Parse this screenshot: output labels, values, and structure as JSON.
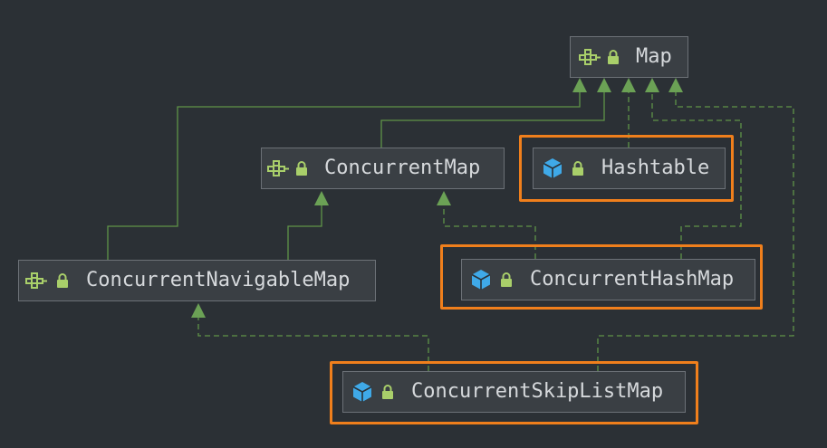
{
  "diagram": {
    "nodes": [
      {
        "id": "map",
        "label": "Map",
        "kind": "interface",
        "icon": "interface-icon"
      },
      {
        "id": "concurrent_map",
        "label": "ConcurrentMap",
        "kind": "interface",
        "icon": "interface-icon"
      },
      {
        "id": "hashtable",
        "label": "Hashtable",
        "kind": "class",
        "icon": "class-icon",
        "highlighted": true
      },
      {
        "id": "concurrent_navigable_map",
        "label": "ConcurrentNavigableMap",
        "kind": "interface",
        "icon": "interface-icon"
      },
      {
        "id": "concurrent_hash_map",
        "label": "ConcurrentHashMap",
        "kind": "class",
        "icon": "class-icon",
        "highlighted": true
      },
      {
        "id": "concurrent_skip_list_map",
        "label": "ConcurrentSkipListMap",
        "kind": "class",
        "icon": "class-icon",
        "highlighted": true
      }
    ],
    "edges": [
      {
        "from": "concurrent_navigable_map",
        "to": "map",
        "style": "solid"
      },
      {
        "from": "concurrent_map",
        "to": "map",
        "style": "solid"
      },
      {
        "from": "hashtable",
        "to": "map",
        "style": "dashed"
      },
      {
        "from": "concurrent_hash_map",
        "to": "map",
        "style": "dashed"
      },
      {
        "from": "concurrent_skip_list_map",
        "to": "map",
        "style": "dashed"
      },
      {
        "from": "concurrent_navigable_map",
        "to": "concurrent_map",
        "style": "solid"
      },
      {
        "from": "concurrent_hash_map",
        "to": "concurrent_map",
        "style": "dashed"
      },
      {
        "from": "concurrent_skip_list_map",
        "to": "concurrent_navigable_map",
        "style": "dashed"
      }
    ],
    "colors": {
      "background": "#2b3035",
      "node_fill": "#3a3f44",
      "node_border": "#6c7177",
      "edge": "#5f9448",
      "arrowhead": "#6ba155",
      "highlight": "#f07f1c",
      "interface_icon": "#a9cf6a",
      "class_icon": "#3fa9e8",
      "lock_icon": "#a9cf6a",
      "label_text": "#d6d9dc"
    }
  }
}
